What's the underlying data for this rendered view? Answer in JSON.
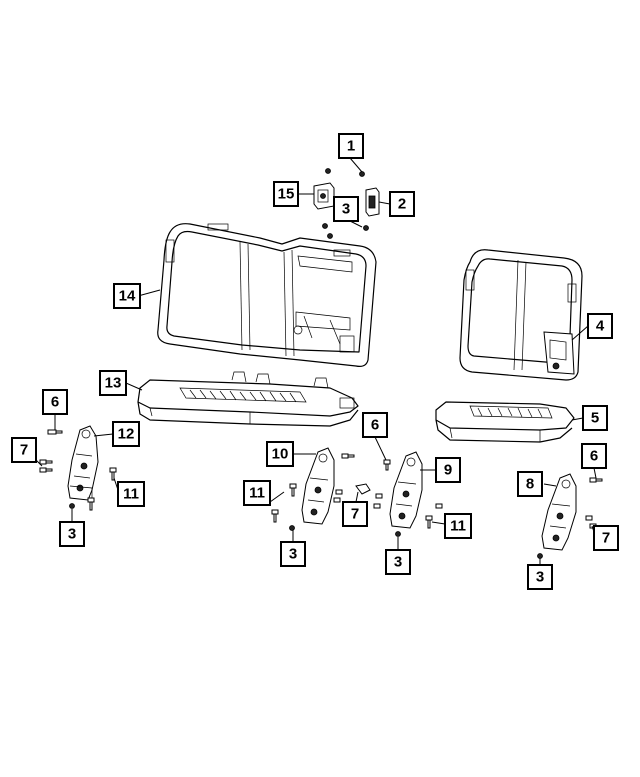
{
  "diagram": {
    "callouts": [
      {
        "id": "c1",
        "label": "1"
      },
      {
        "id": "c15",
        "label": "15"
      },
      {
        "id": "c2",
        "label": "2"
      },
      {
        "id": "c3a",
        "label": "3"
      },
      {
        "id": "c14",
        "label": "14"
      },
      {
        "id": "c4",
        "label": "4"
      },
      {
        "id": "c13",
        "label": "13"
      },
      {
        "id": "c5",
        "label": "5"
      },
      {
        "id": "c6a",
        "label": "6"
      },
      {
        "id": "c12",
        "label": "12"
      },
      {
        "id": "c7a",
        "label": "7"
      },
      {
        "id": "c11a",
        "label": "11"
      },
      {
        "id": "c3b",
        "label": "3"
      },
      {
        "id": "c6b",
        "label": "6"
      },
      {
        "id": "c10",
        "label": "10"
      },
      {
        "id": "c9",
        "label": "9"
      },
      {
        "id": "c11b",
        "label": "11"
      },
      {
        "id": "c7b",
        "label": "7"
      },
      {
        "id": "c11c",
        "label": "11"
      },
      {
        "id": "c3c",
        "label": "3"
      },
      {
        "id": "c3d",
        "label": "3"
      },
      {
        "id": "c6c",
        "label": "6"
      },
      {
        "id": "c8",
        "label": "8"
      },
      {
        "id": "c7c",
        "label": "7"
      },
      {
        "id": "c3e",
        "label": "3"
      }
    ]
  }
}
